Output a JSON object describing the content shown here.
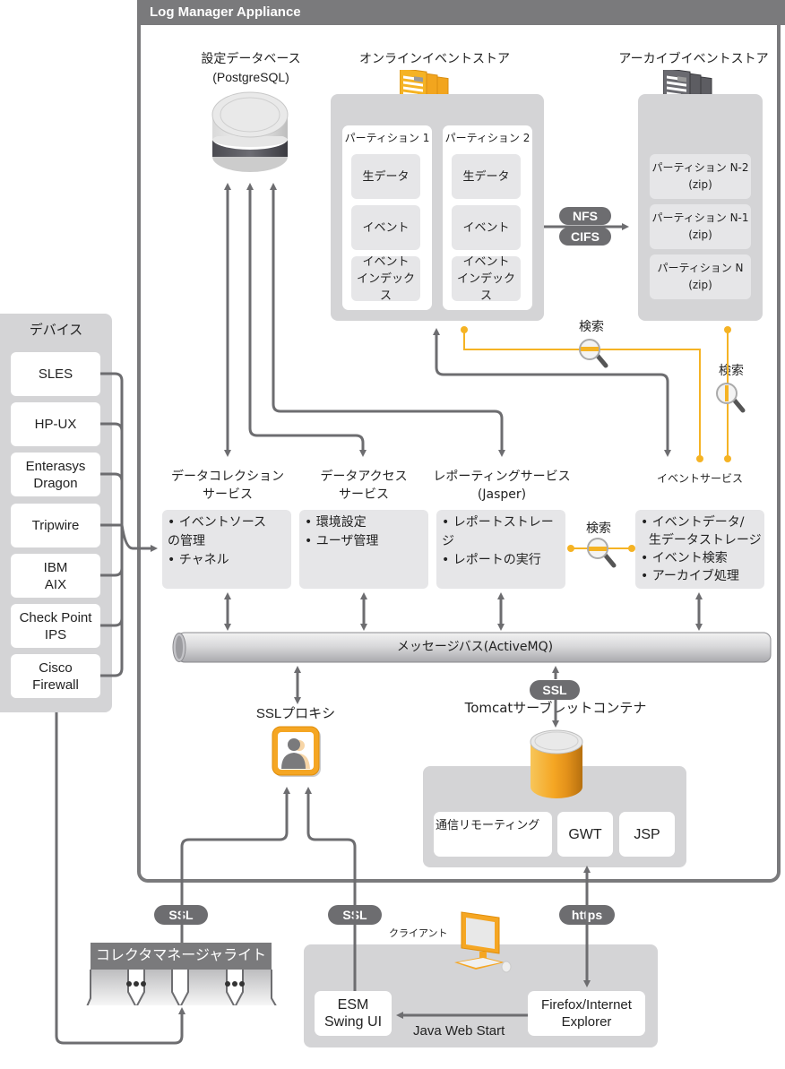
{
  "appliance": {
    "title": "Log Manager Appliance"
  },
  "config_db": {
    "title": "設定データベース",
    "subtitle": "(PostgreSQL)"
  },
  "online_store": {
    "title": "オンラインイベントストア",
    "partitions": [
      {
        "title": "パーティション 1",
        "items": [
          "生データ",
          "イベント",
          "イベント\nインデックス"
        ]
      },
      {
        "title": "パーティション 2",
        "items": [
          "生データ",
          "イベント",
          "イベント\nインデックス"
        ]
      }
    ]
  },
  "archive_store": {
    "title": "アーカイブイベントストア",
    "partitions": [
      {
        "title": "パーティション N-2",
        "sub": "(zip)"
      },
      {
        "title": "パーティション N-1",
        "sub": "(zip)"
      },
      {
        "title": "パーティション N",
        "sub": "(zip)"
      }
    ]
  },
  "transfer": {
    "nfs": "NFS",
    "cifs": "CIFS"
  },
  "search_labels": {
    "online_archive": "検索",
    "archive_event": "検索",
    "reporting_event": "検索"
  },
  "devices": {
    "title": "デバイス",
    "items": [
      "SLES",
      "HP-UX",
      "Enterasys\nDragon",
      "Tripwire",
      "IBM\nAIX",
      "Check Point\nIPS",
      "Cisco\nFirewall"
    ]
  },
  "services": [
    {
      "title": "データコレクション\nサービス",
      "items": [
        "• イベントソース\nの管理",
        "• チャネル"
      ]
    },
    {
      "title": "データアクセス\nサービス",
      "items": [
        "• 環境設定",
        "• ユーザ管理"
      ]
    },
    {
      "title": "レポーティングサービス\n(Jasper)",
      "items": [
        "• レポートストレージ",
        "• レポートの実行"
      ]
    },
    {
      "title": "イベントサービス",
      "items": [
        "• イベントデータ/\n  生データストレージ",
        "• イベント検索",
        "• アーカイブ処理"
      ]
    }
  ],
  "message_bus": {
    "label": "メッセージバス(ActiveMQ)"
  },
  "ssl_proxy": {
    "label": "SSLプロキシ"
  },
  "tomcat": {
    "ssl": "SSL",
    "label": "Tomcatサーブレットコンテナ",
    "modules": [
      "通信リモーティング",
      "GWT",
      "JSP"
    ]
  },
  "collector": {
    "label": "コレクタマネージャライト",
    "ssl": "SSL"
  },
  "client": {
    "label": "クライアント",
    "ssl": "SSL",
    "https": "https",
    "esm": "ESM\nSwing UI",
    "browser": "Firefox/Internet\nExplorer",
    "java_web_start": "Java Web Start"
  },
  "colors": {
    "frame": "#7a7a7c",
    "accent": "#f5b324",
    "panel": "#d4d4d6",
    "arrow": "#6d6d70"
  }
}
